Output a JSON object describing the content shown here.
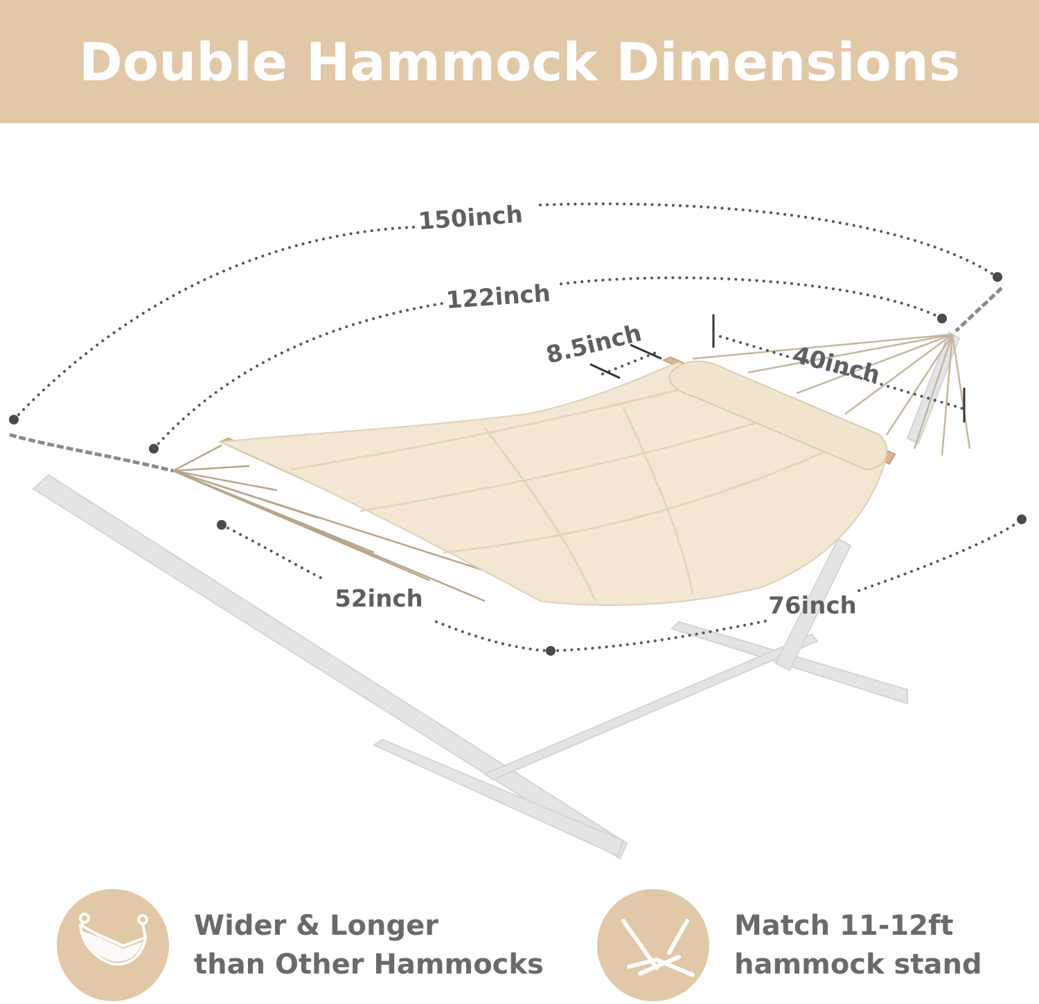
{
  "title": "Double Hammock Dimensions",
  "dimensions": {
    "total_length": "150inch",
    "bed_length": "122inch",
    "pillow_width": "8.5inch",
    "pillow_length": "40inch",
    "bed_width": "52inch",
    "bed_span": "76inch"
  },
  "features": [
    {
      "icon": "double-hammock-icon",
      "line1": "Wider & Longer",
      "line2": "than Other Hammocks"
    },
    {
      "icon": "hammock-stand-icon",
      "line1": "Match 11-12ft",
      "line2": "hammock stand"
    }
  ],
  "colors": {
    "banner": "#e1c8a6",
    "label": "#5f5f5f",
    "fabric": "#f2e6d2",
    "stand": "#e2e2e2"
  }
}
